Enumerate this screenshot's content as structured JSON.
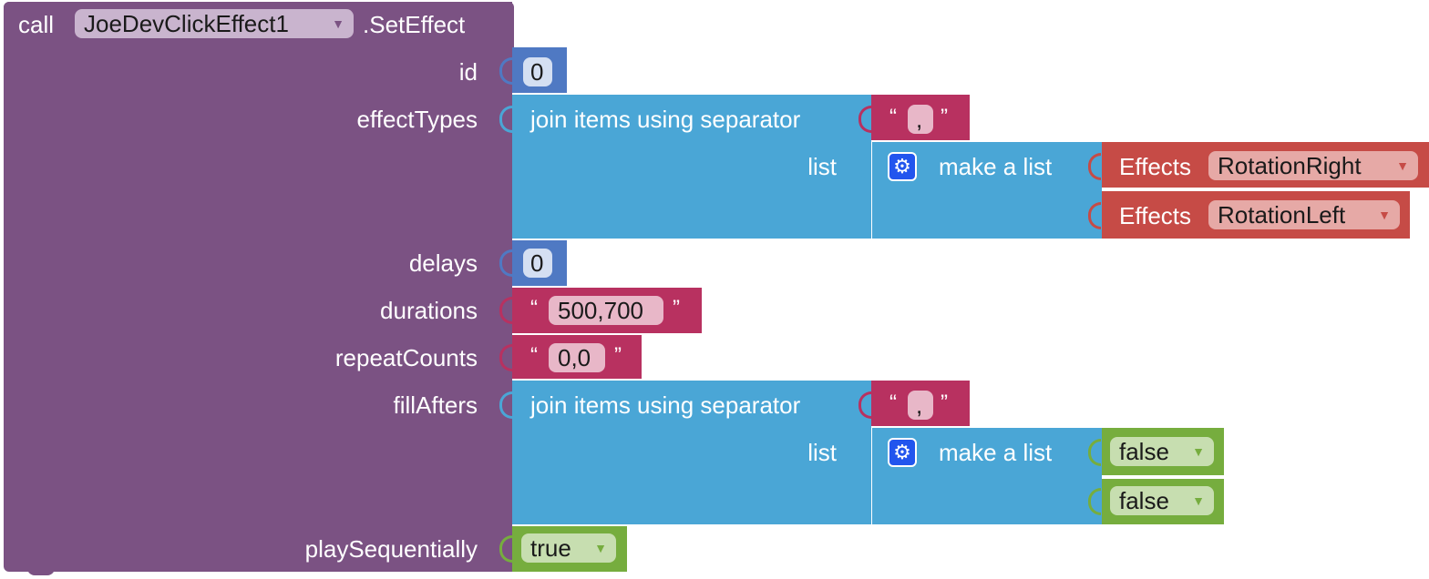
{
  "colors": {
    "procedure": "#7b5283",
    "list": "#4aa6d6",
    "math": "#4f79c3",
    "text": "#b83160",
    "effect_enum": "#c64b46",
    "logic": "#76ad3e"
  },
  "call_block": {
    "call_label": "call",
    "component": "JoeDevClickEffect1",
    "method": ".SetEffect",
    "params": [
      "id",
      "effectTypes",
      "delays",
      "durations",
      "repeatCounts",
      "fillAfters",
      "playSequentially"
    ]
  },
  "id_value": "0",
  "effect_types": {
    "join_label": "join items using separator",
    "separator": ",",
    "list_label": "list",
    "make_list_label": "make a list",
    "items": [
      {
        "label": "Effects",
        "value": "RotationRight"
      },
      {
        "label": "Effects",
        "value": "RotationLeft"
      }
    ]
  },
  "delays_value": "0",
  "durations_value": "500,700",
  "repeat_counts_value": "0,0",
  "fill_afters": {
    "join_label": "join items using separator",
    "separator": ",",
    "list_label": "list",
    "make_list_label": "make a list",
    "items": [
      "false",
      "false"
    ]
  },
  "play_sequentially_value": "true",
  "glyphs": {
    "open_quote": "“",
    "close_quote": "”",
    "dropdown_arrow": "▼",
    "gear": "⚙"
  }
}
